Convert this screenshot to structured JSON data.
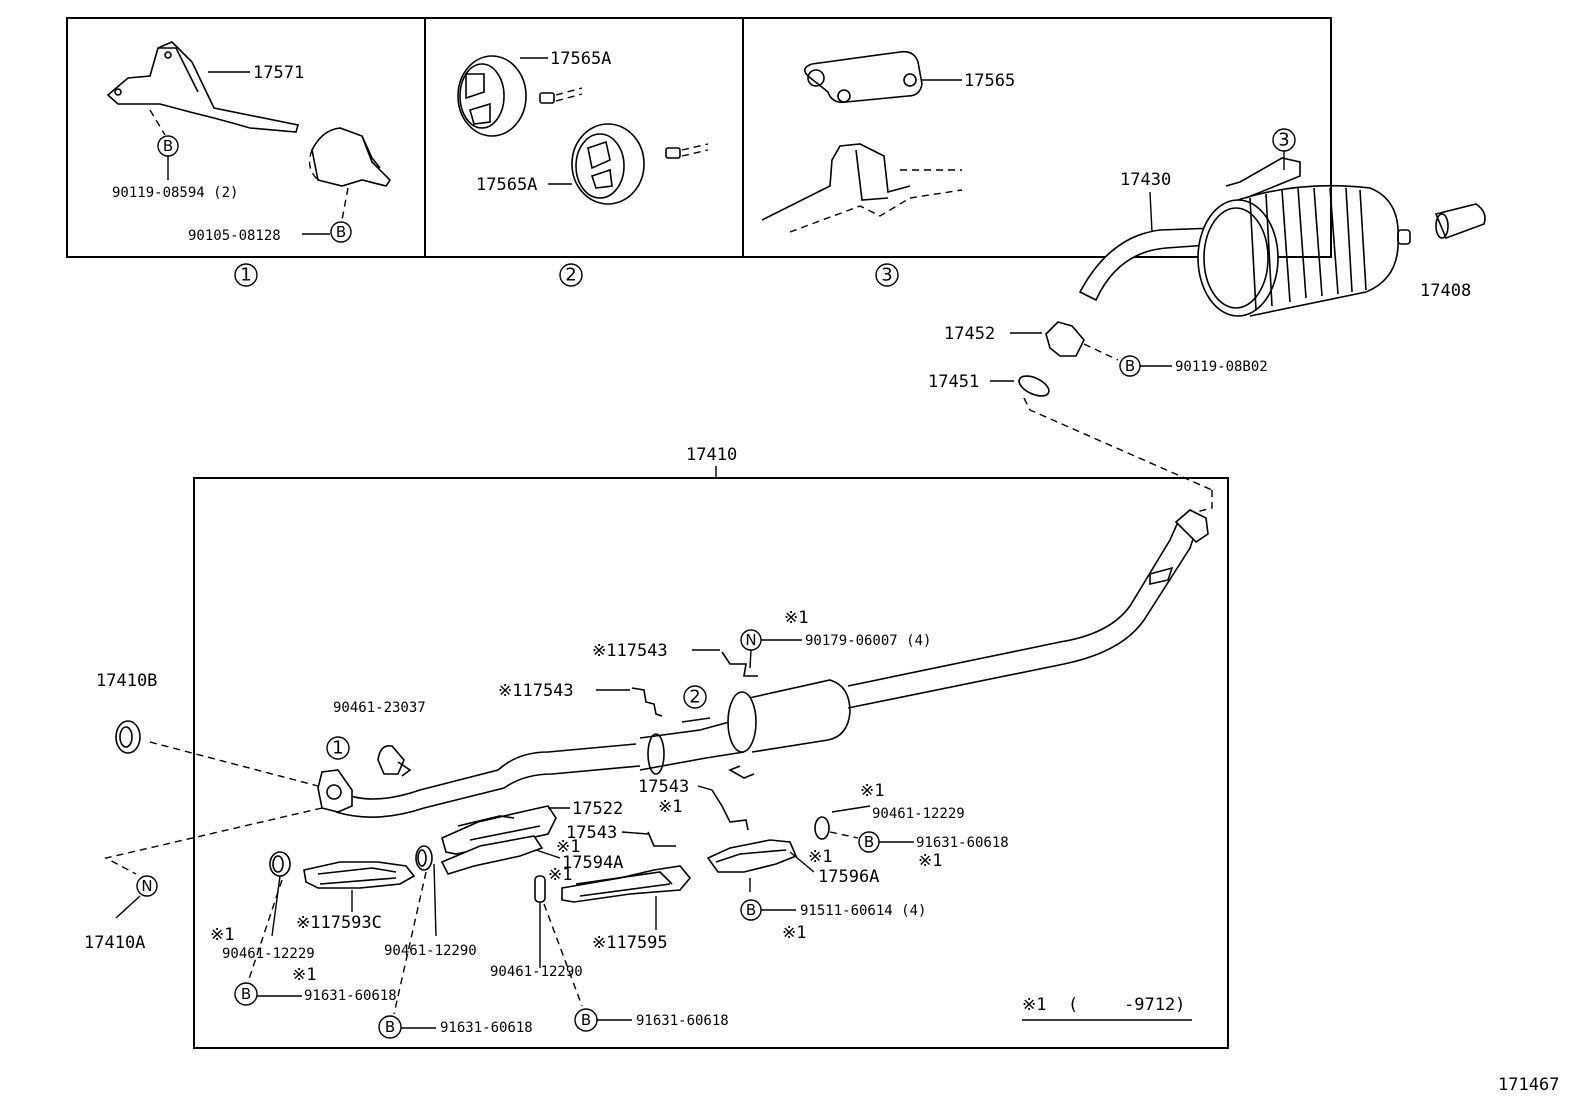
{
  "panels": {
    "p1": {
      "index": "1",
      "bracket": "17571",
      "bolt_marker": "B",
      "bolt_a": "90119-08594 (2)",
      "bolt_b": "90105-08128"
    },
    "p2": {
      "index": "2",
      "hanger_a": "17565A",
      "hanger_b": "17565A"
    },
    "p3": {
      "index": "3",
      "hanger": "17565"
    }
  },
  "muffler": {
    "index": "3",
    "tail_pipe": "17430",
    "tip": "17408",
    "gasket_upper": "17452",
    "gasket_lower": "17451",
    "bolt_marker": "B",
    "bolt": "90119-08B02"
  },
  "assembly": {
    "title": "17410",
    "ref1": "1",
    "ref2": "2",
    "gasket_b": "17410B",
    "nut_marker": "N",
    "gasket_a": "17410A",
    "clamp_top": "90461-23037",
    "stud_note": "※1",
    "nut_right_marker": "N",
    "nut_right": "90179-06007 (4)",
    "clip1": "※117543",
    "clip2": "※117543",
    "clip3": "17543",
    "clip3_note": "※1",
    "clamp_right_note": "※1",
    "clamp_right": "90461-12229",
    "bolt_right_marker": "B",
    "bolt_right": "91631-60618",
    "bolt_right_note": "※1",
    "shield_17522": "17522",
    "clip4": "17543",
    "shield_594_note": "※1",
    "shield_594_note2": "※1",
    "shield_594": "17594A",
    "shield_596_note": "※1",
    "shield_596": "17596A",
    "bolt_mid_marker": "B",
    "bolt_mid": "91511-60614 (4)",
    "bolt_mid_note": "※1",
    "shield_593": "※117593C",
    "shield_595": "※117595",
    "clamp_left_note": "※1",
    "clamp_left": "90461-12229",
    "clamp_left_note2": "※1",
    "bolt_left_marker": "B",
    "bolt_left": "91631-60618",
    "clamp_mid": "90461-12290",
    "bolt_mid2_marker": "B",
    "bolt_mid2": "91631-60618",
    "clamp_mid2": "90461-12290",
    "bolt_mid3_marker": "B",
    "bolt_mid3": "91631-60618",
    "footnote_mark": "※1",
    "footnote_open": "(",
    "footnote_range": "-9712)"
  },
  "page_id": "171467"
}
